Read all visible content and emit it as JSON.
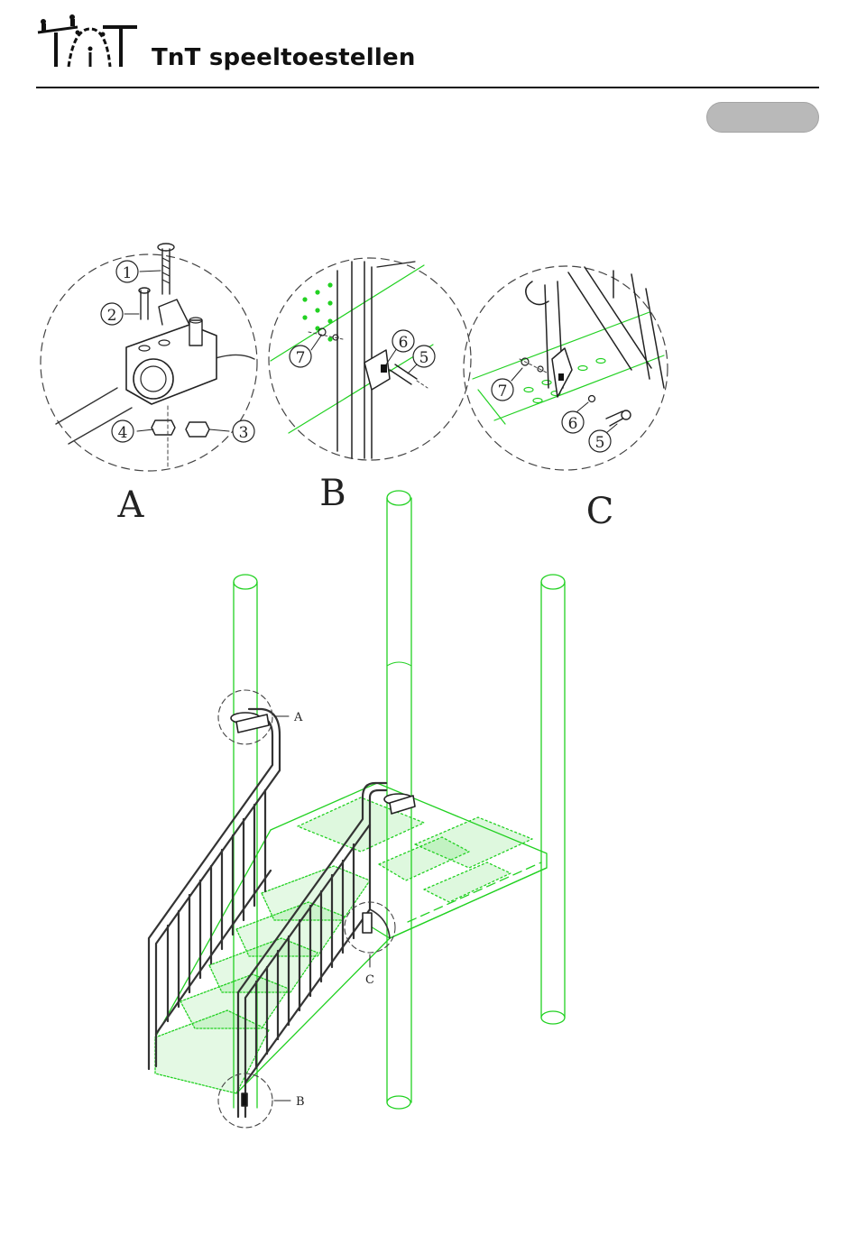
{
  "header": {
    "brand_name": "TnT speeltoestellen",
    "logo_icon": "tnt-seesaw-logo"
  },
  "step_badge": {
    "label": ""
  },
  "details": {
    "A": {
      "letter": "A",
      "part_numbers": [
        "1",
        "2",
        "3",
        "4"
      ]
    },
    "B": {
      "letter": "B",
      "part_numbers": [
        "5",
        "6",
        "7"
      ]
    },
    "C": {
      "letter": "C",
      "part_numbers": [
        "5",
        "6",
        "7"
      ]
    }
  },
  "callouts": [
    "A",
    "B",
    "C"
  ],
  "colors": {
    "ink": "#222222",
    "green": "#22d122",
    "pill": "#b9b9b9"
  }
}
